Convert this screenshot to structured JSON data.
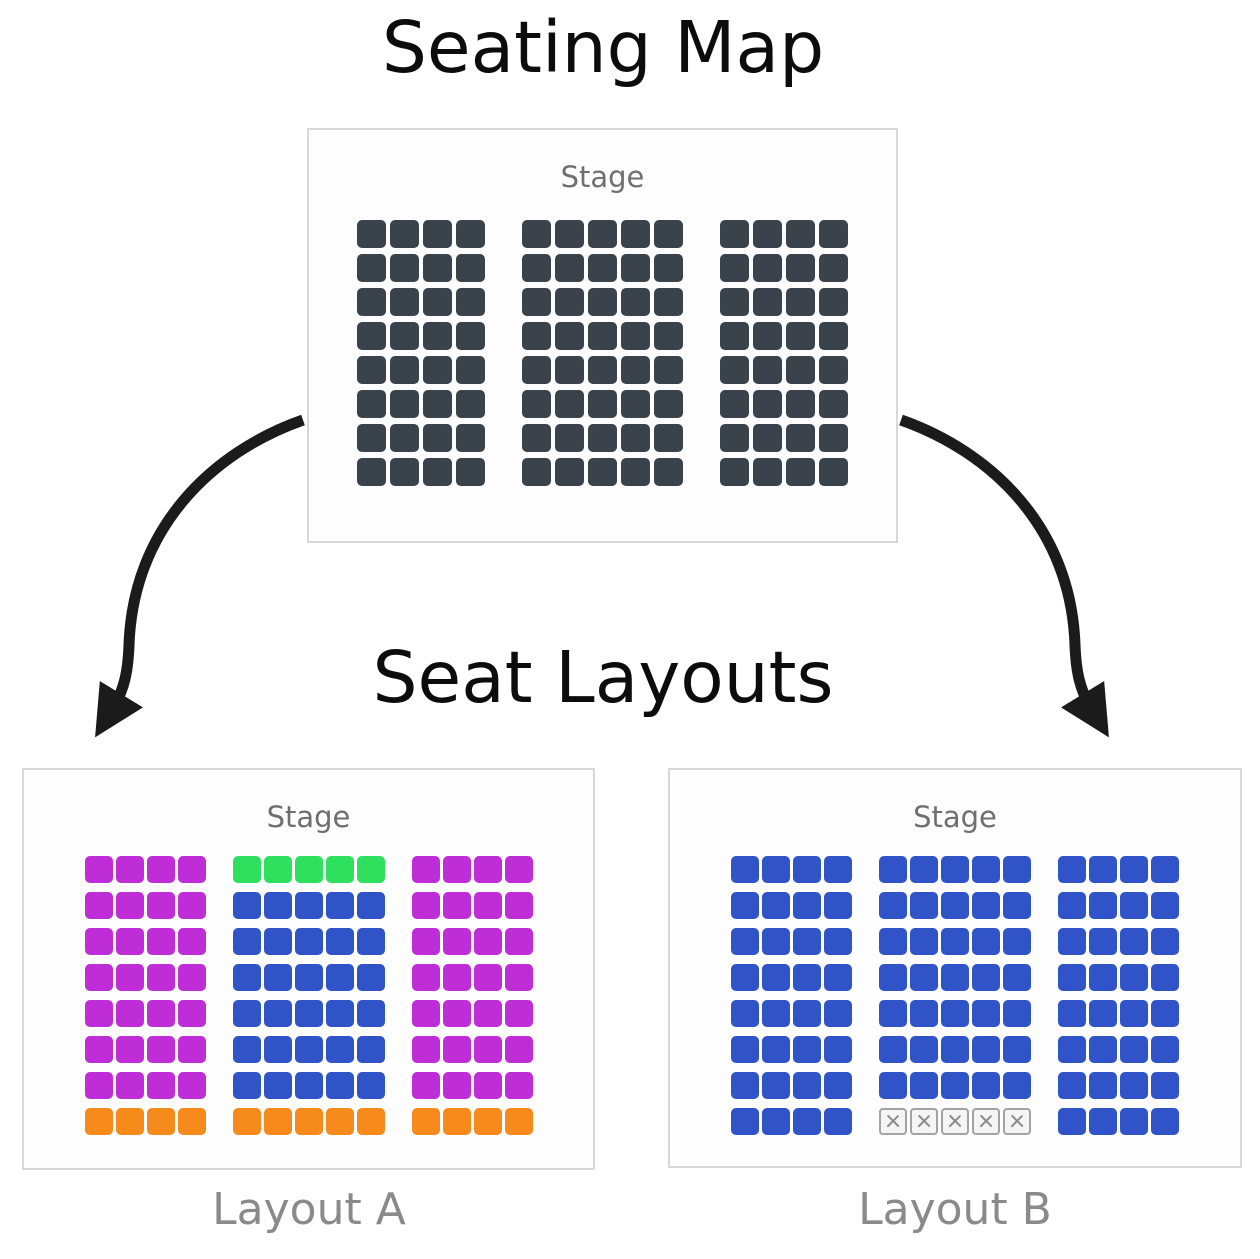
{
  "titles": {
    "seating_map": "Seating Map",
    "seat_layouts": "Seat Layouts"
  },
  "ui_colors": {
    "title_text": "#0c0c0c",
    "panel_border": "#d8d8d8",
    "panel_bg": "#fdfdfd",
    "stage_text": "#6f6f6f",
    "caption_text": "#8a8a8a",
    "arrow": "#1b1b1b",
    "blocked_bg": "#f5f5f5",
    "blocked_border": "#a3a3a3",
    "blocked_cross": "#8c8c8c"
  },
  "seat_colors": {
    "dark": "#3a424c",
    "magenta": "#bf2dd6",
    "green": "#2ee05e",
    "blue": "#3054c8",
    "orange": "#f68a1a"
  },
  "panels": {
    "map": {
      "stage_label": "Stage",
      "sections": [
        {
          "cols": 4,
          "rows": [
            "dark",
            "dark",
            "dark",
            "dark",
            "dark",
            "dark",
            "dark",
            "dark"
          ]
        },
        {
          "cols": 5,
          "rows": [
            "dark",
            "dark",
            "dark",
            "dark",
            "dark",
            "dark",
            "dark",
            "dark"
          ]
        },
        {
          "cols": 4,
          "rows": [
            "dark",
            "dark",
            "dark",
            "dark",
            "dark",
            "dark",
            "dark",
            "dark"
          ]
        }
      ]
    },
    "layout_a": {
      "stage_label": "Stage",
      "caption": "Layout A",
      "sections": [
        {
          "cols": 4,
          "rows": [
            "magenta",
            "magenta",
            "magenta",
            "magenta",
            "magenta",
            "magenta",
            "magenta",
            "orange"
          ]
        },
        {
          "cols": 5,
          "rows": [
            "green",
            "blue",
            "blue",
            "blue",
            "blue",
            "blue",
            "blue",
            "orange"
          ]
        },
        {
          "cols": 4,
          "rows": [
            "magenta",
            "magenta",
            "magenta",
            "magenta",
            "magenta",
            "magenta",
            "magenta",
            "orange"
          ]
        }
      ]
    },
    "layout_b": {
      "stage_label": "Stage",
      "caption": "Layout B",
      "sections": [
        {
          "cols": 4,
          "rows": [
            "blue",
            "blue",
            "blue",
            "blue",
            "blue",
            "blue",
            "blue",
            "blue"
          ]
        },
        {
          "cols": 5,
          "rows": [
            "blue",
            "blue",
            "blue",
            "blue",
            "blue",
            "blue",
            "blue",
            "blocked"
          ]
        },
        {
          "cols": 4,
          "rows": [
            "blue",
            "blue",
            "blue",
            "blue",
            "blue",
            "blue",
            "blue",
            "blue"
          ]
        }
      ]
    }
  }
}
